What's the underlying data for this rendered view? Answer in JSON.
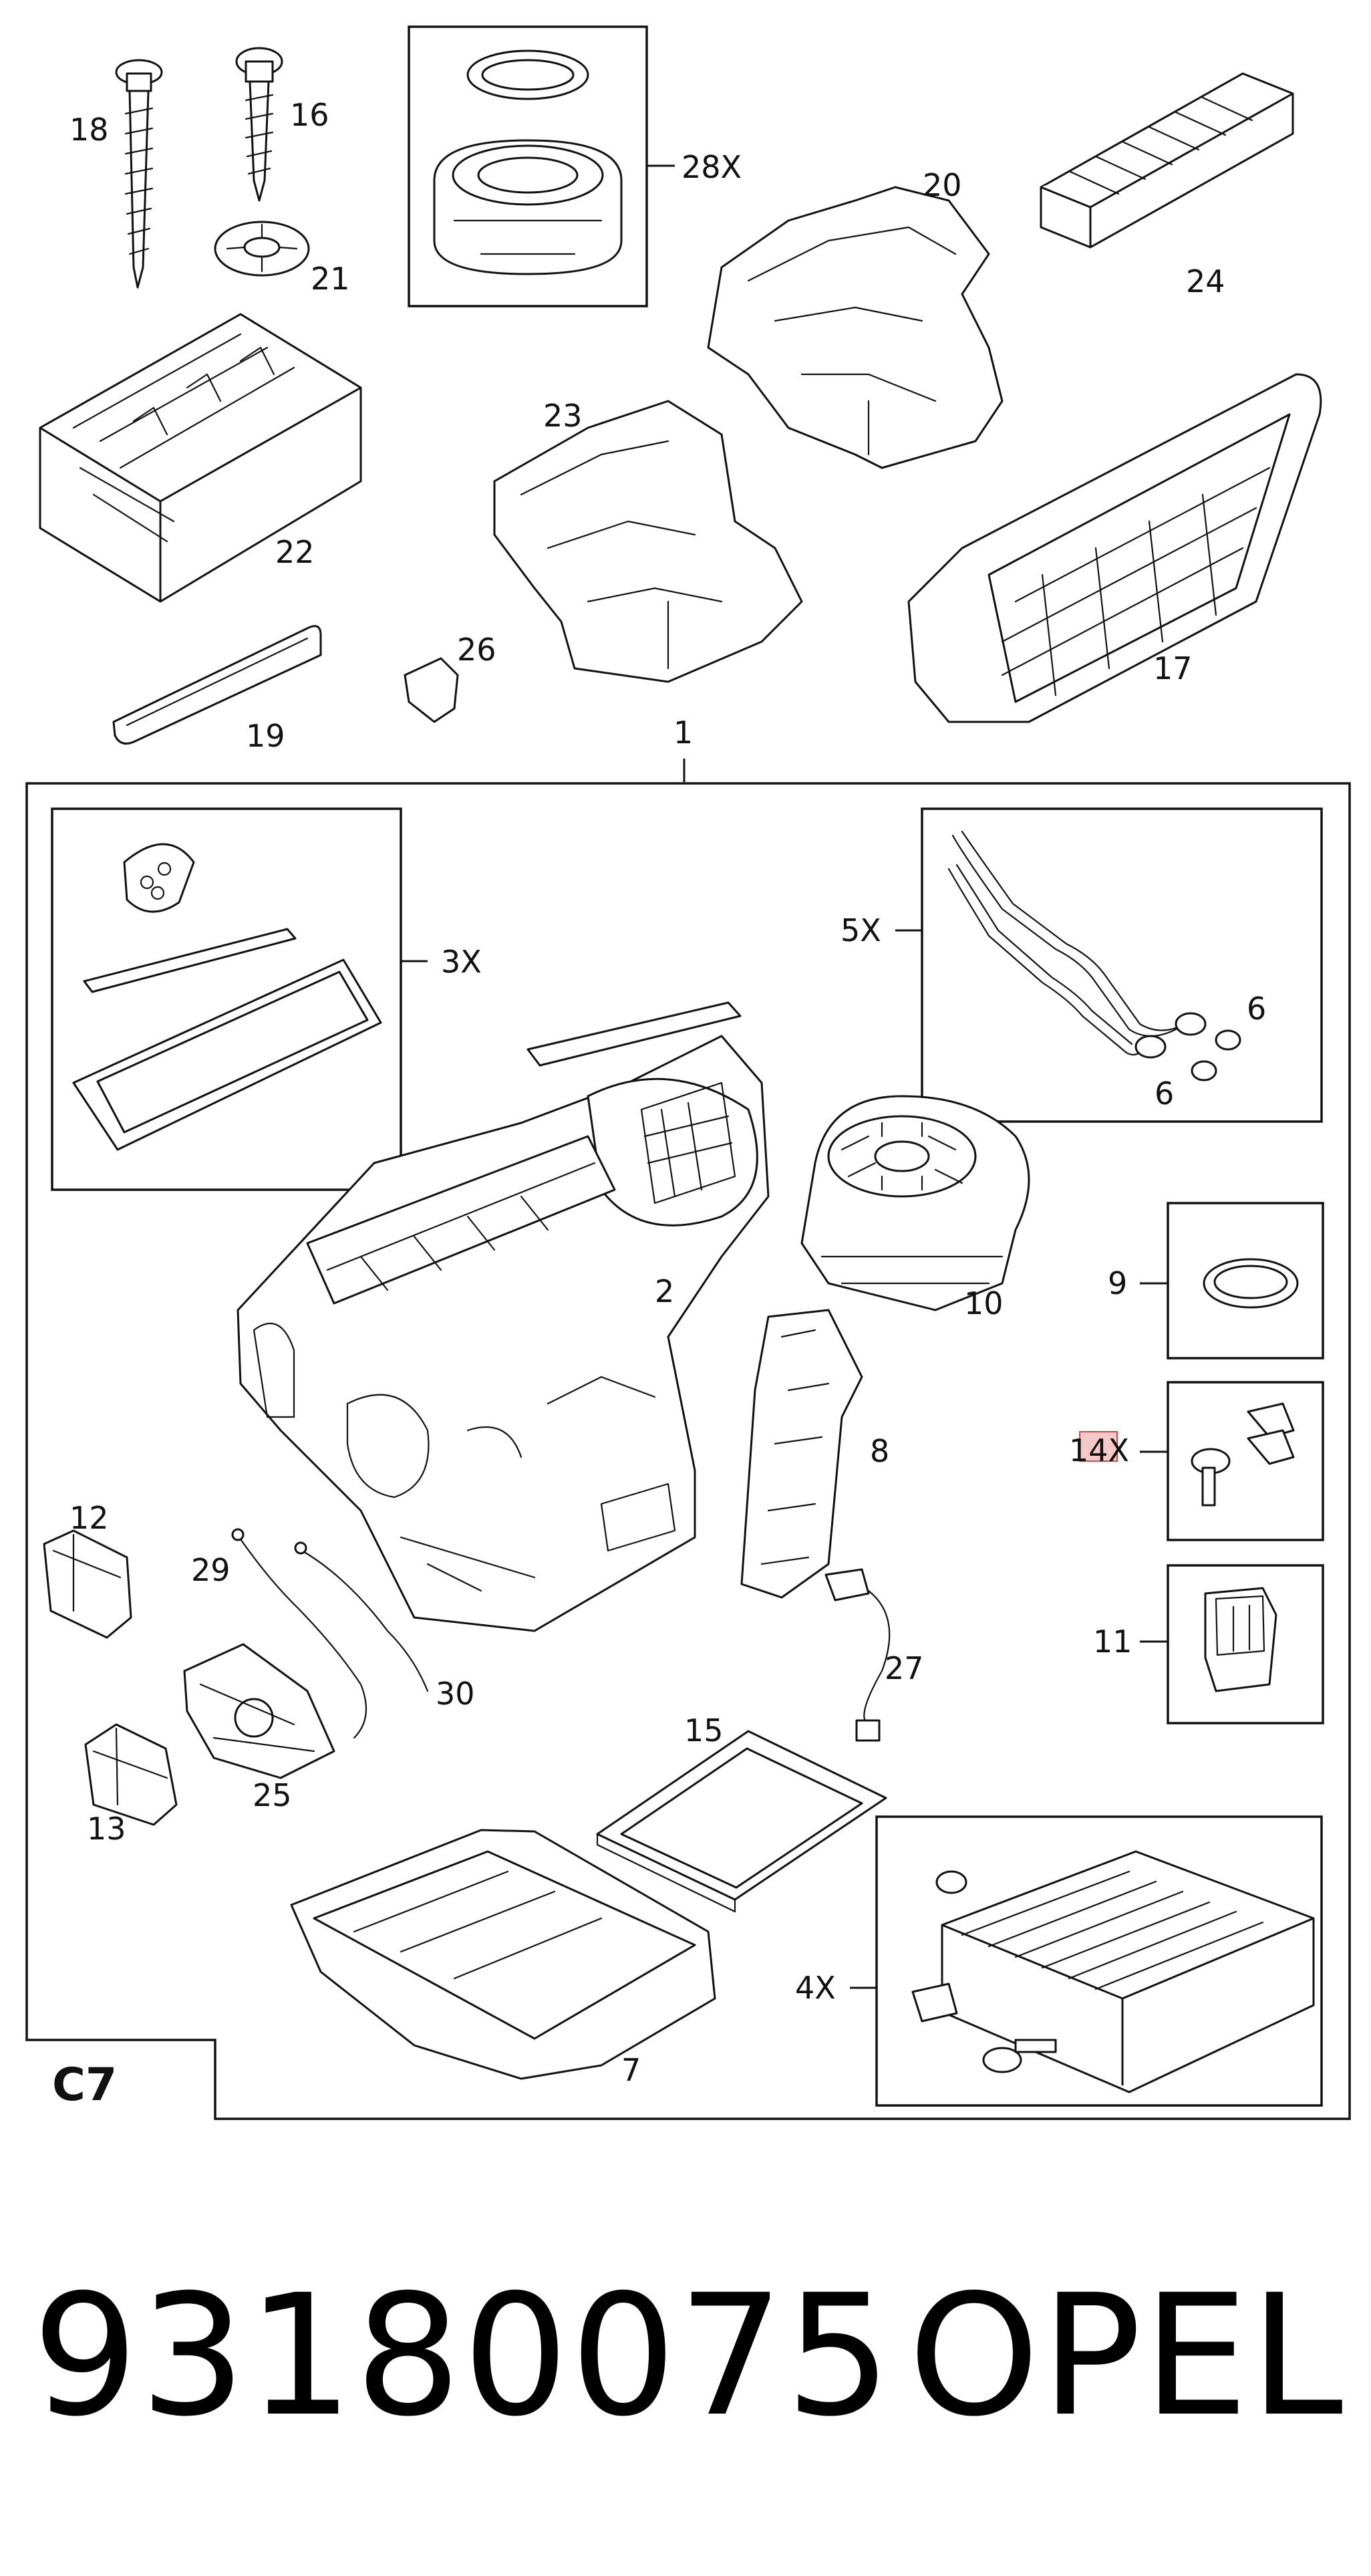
{
  "callouts": {
    "c18": "18",
    "c16": "16",
    "c21": "21",
    "c22": "22",
    "c19": "19",
    "c28x": "28X",
    "c20": "20",
    "c24": "24",
    "c23": "23",
    "c26": "26",
    "c17": "17",
    "c1": "1",
    "c3x": "3X",
    "c5x": "5X",
    "c6a": "6",
    "c6b": "6",
    "c2": "2",
    "c10": "10",
    "c9": "9",
    "c8": "8",
    "c14x": "14X",
    "c11": "11",
    "c12": "12",
    "c29": "29",
    "c30": "30",
    "c27": "27",
    "c15": "15",
    "c13": "13",
    "c25": "25",
    "c4x": "4X",
    "c7": "7"
  },
  "section_code": "C7",
  "footer": {
    "part_number": "93180075",
    "brand": "OPEL"
  },
  "colors": {
    "line": "#111111",
    "highlight": "#d04a4a"
  }
}
